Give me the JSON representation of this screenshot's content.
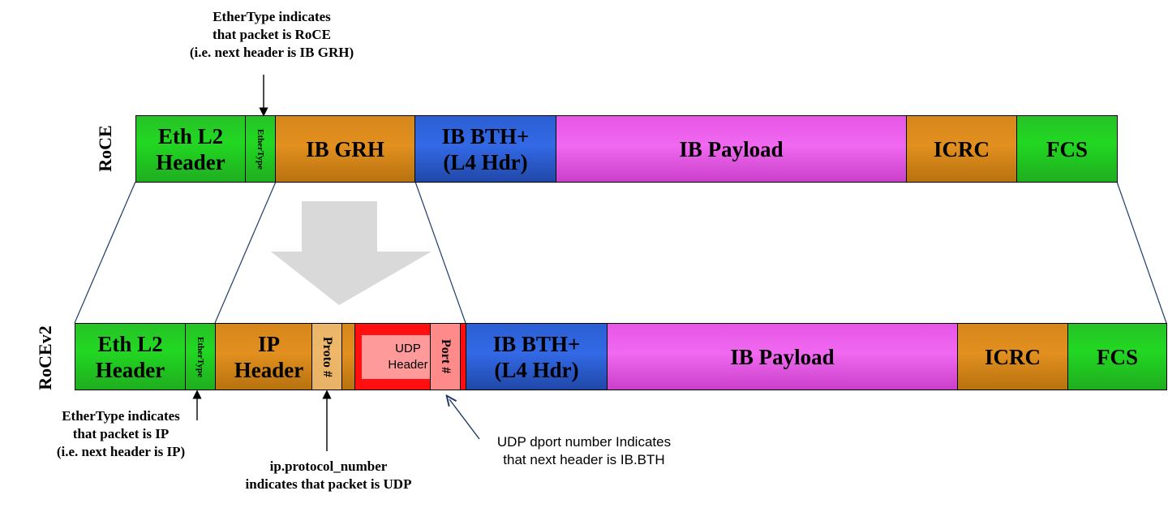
{
  "rows": {
    "roce_label": "RoCE",
    "rocev2_label": "RoCEv2"
  },
  "roce": {
    "eth_l2_line1": "Eth L2",
    "eth_l2_line2": "Header",
    "ethertype": "EtherType",
    "ib_grh": "IB GRH",
    "ib_bth_line1": "IB BTH+",
    "ib_bth_line2": "(L4 Hdr)",
    "ib_payload": "IB Payload",
    "icrc": "ICRC",
    "fcs": "FCS"
  },
  "rocev2": {
    "eth_l2_line1": "Eth L2",
    "eth_l2_line2": "Header",
    "ethertype": "EtherType",
    "ip_line1": "IP",
    "ip_line2": "Header",
    "proto": "Proto #",
    "udp_line1": "UDP",
    "udp_line2": "Header",
    "port": "Port #",
    "ib_bth_line1": "IB BTH+",
    "ib_bth_line2": "(L4 Hdr)",
    "ib_payload": "IB Payload",
    "icrc": "ICRC",
    "fcs": "FCS"
  },
  "annotations": {
    "top_line1": "EtherType indicates",
    "top_line2": "that packet is RoCE",
    "top_line3": "(i.e. next header is IB GRH)",
    "bl_line1": "EtherType indicates",
    "bl_line2": "that packet is IP",
    "bl_line3": "(i.e. next header is IP)",
    "bm_line1": "ip.protocol_number",
    "bm_line2": "indicates that packet is UDP",
    "br_line1": "UDP dport number Indicates",
    "br_line2": "that next header is IB.BTH"
  },
  "colors": {
    "green": "#22d822",
    "orange": "#e2901f",
    "blue": "#3369e6",
    "magenta": "#f069f0",
    "red": "#ff0f0f",
    "arrow_gray": "#d9d9d9"
  }
}
